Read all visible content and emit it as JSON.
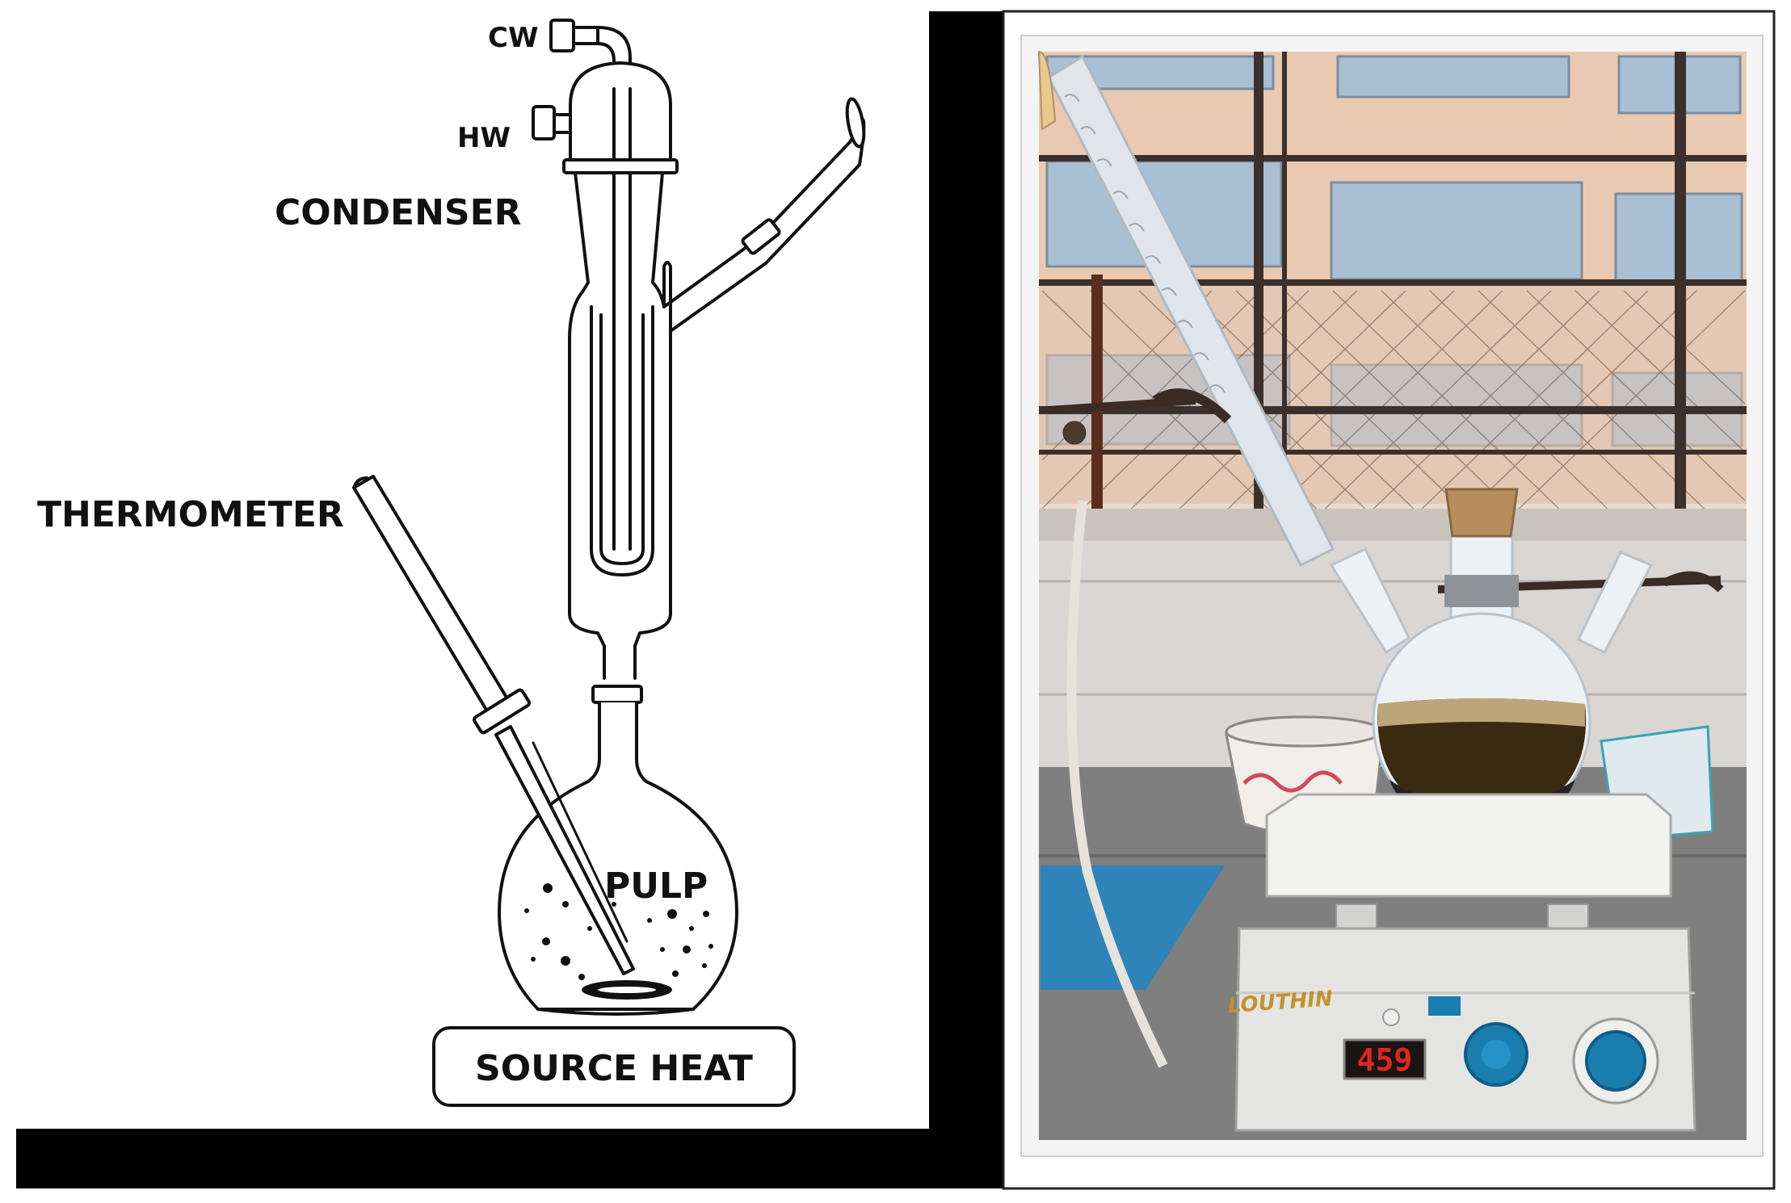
{
  "diagram": {
    "labels": {
      "cw": "CW",
      "hw": "HW",
      "condenser": "CONDENSER",
      "thermometer": "THERMOMETER",
      "pulp": "PULP",
      "source_heat": "SOURCE HEAT"
    }
  },
  "photo": {
    "display_reading": "459"
  },
  "colors": {
    "frame": "#000000",
    "hotplate_knob": "#1a7fb0",
    "display_led": "#e0261f",
    "mixture": "#3b2a12",
    "stand_base": "#2e83b8",
    "wall": "#e9c9b2"
  }
}
